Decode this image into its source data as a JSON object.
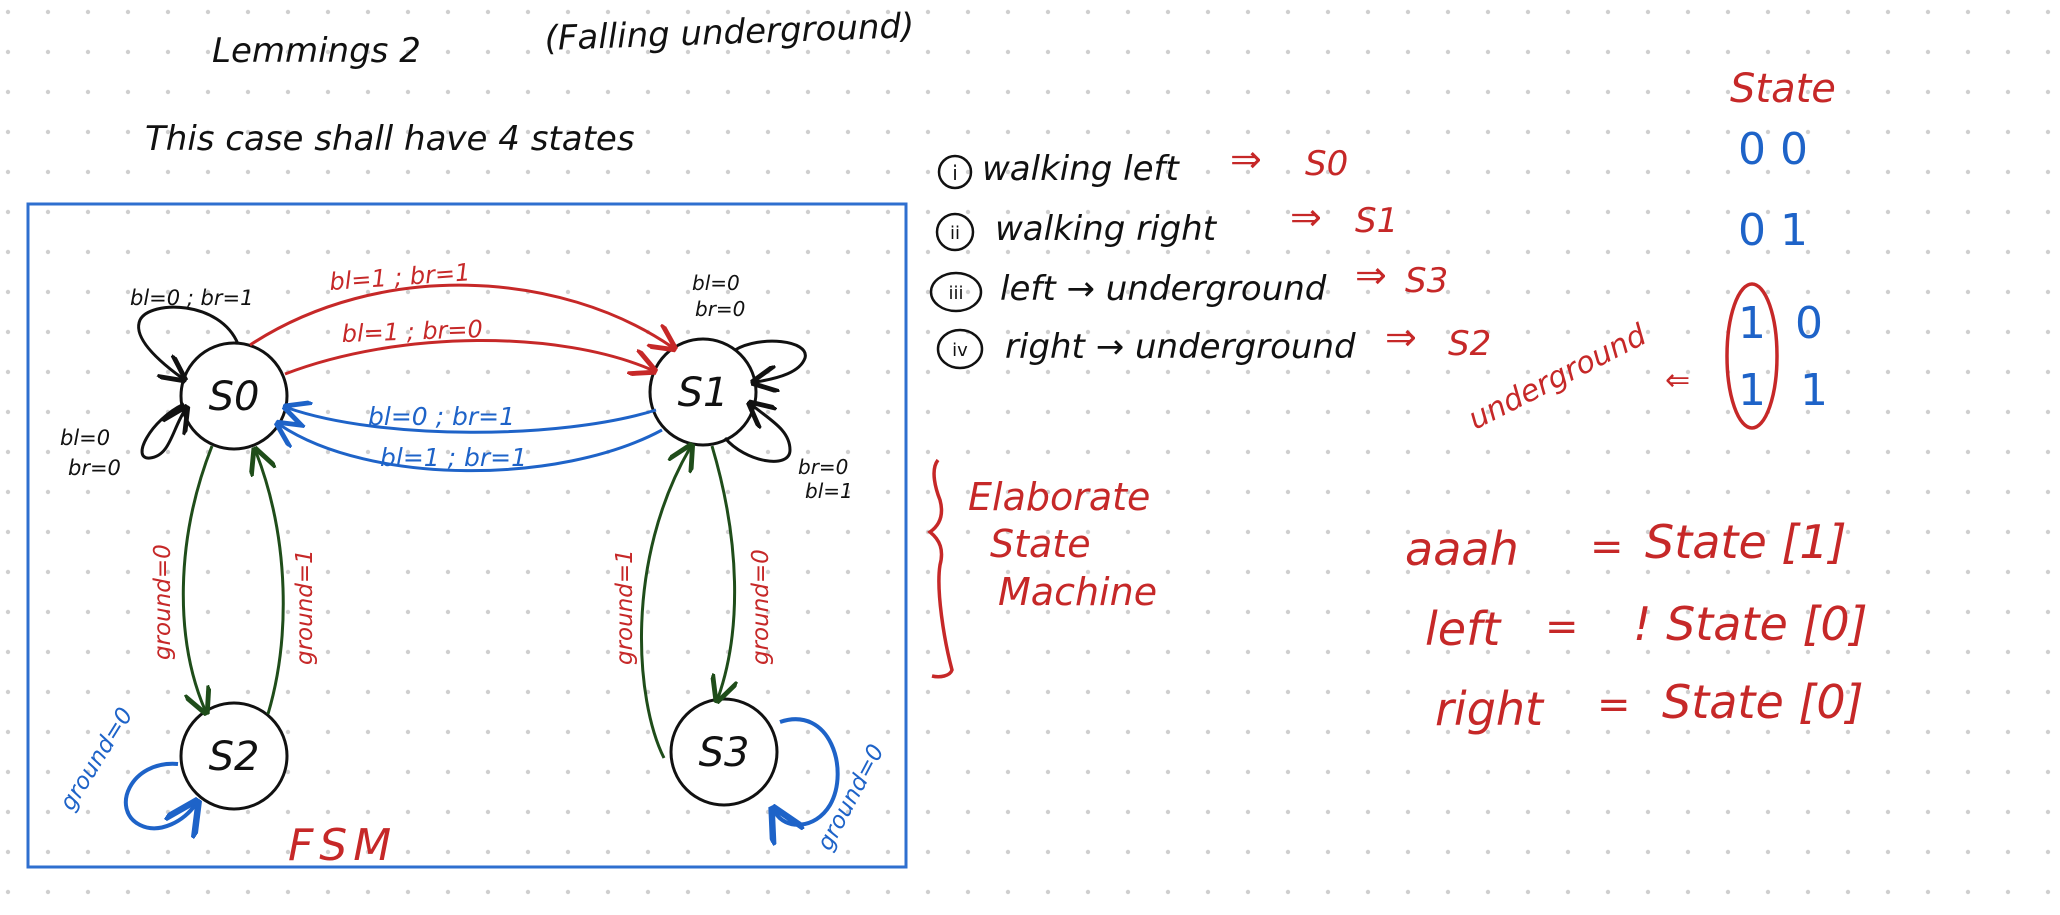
{
  "header": {
    "title": "Lemmings 2",
    "subtitle": "(Falling underground)",
    "intro": "This case shall have 4 states"
  },
  "fsm": {
    "caption": "FSM",
    "states": {
      "s0": "S0",
      "s1": "S1",
      "s2": "S2",
      "s3": "S3"
    },
    "transitions": {
      "s0_self_top": "bl=0 ; br=1",
      "s0_self_left_1": "bl=0",
      "s0_self_left_2": "br=0",
      "s0_to_s1_outer": "bl=1 ; br=1",
      "s0_to_s1_inner": "bl=1 ; br=0",
      "s1_to_s0_inner": "bl=0 ; br=1",
      "s1_to_s0_outer": "bl=1 ;  br=1",
      "s1_self_top_1": "bl=0",
      "s1_self_top_2": "br=0",
      "s1_self_right_1": "br=0",
      "s1_self_right_2": "bl=1",
      "s0_to_s2": "ground=0",
      "s2_to_s0": "ground=1",
      "s3_to_s1": "ground=1",
      "s1_to_s3": "ground=0",
      "s2_self": "ground=0",
      "s3_self": "ground=0"
    }
  },
  "state_list": [
    {
      "num": "i",
      "text": "walking left",
      "state": "S0"
    },
    {
      "num": "ii",
      "text": "walking right",
      "state": "S1"
    },
    {
      "num": "iii",
      "text": "left → underground",
      "state": "S3"
    },
    {
      "num": "iv",
      "text": "right → underground",
      "state": "S2"
    }
  ],
  "state_table": {
    "header": "State",
    "rows": [
      [
        "0",
        "0"
      ],
      [
        "0",
        "1"
      ],
      [
        "1",
        "0"
      ],
      [
        "1",
        "1"
      ]
    ],
    "underground_label": "underground",
    "arrow": "⇐"
  },
  "note": {
    "line1": "Elaborate",
    "line2": "State",
    "line3": "Machine"
  },
  "equations": [
    {
      "lhs": "aaah",
      "rhs": "State [1]"
    },
    {
      "lhs": "left",
      "rhs": "! State [0]"
    },
    {
      "lhs": "right",
      "rhs": "State [0]"
    }
  ],
  "colors": {
    "black": "#111111",
    "red": "#c62828",
    "blue": "#1e63c8",
    "green": "#1f4d1a",
    "border": "#2f6fcf",
    "dots": "#cfcfcf"
  }
}
